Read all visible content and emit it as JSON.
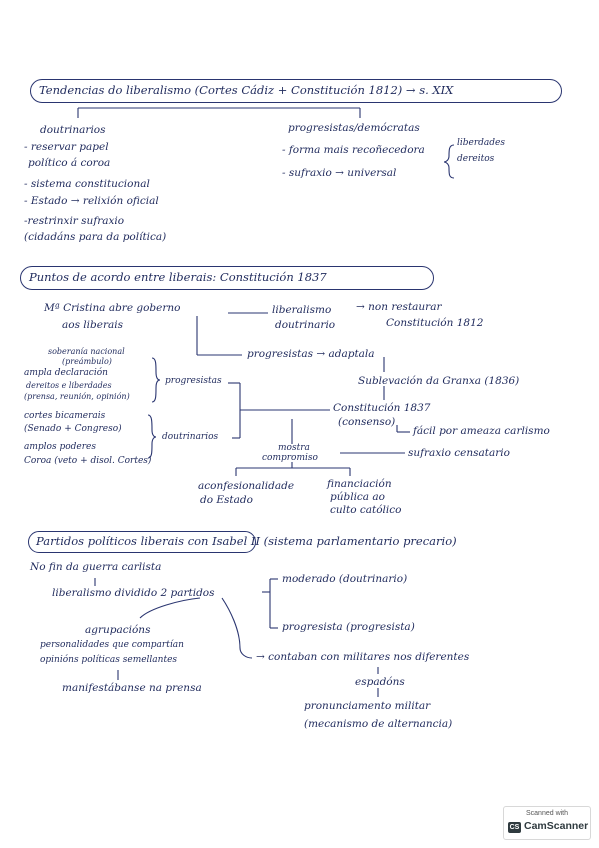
{
  "s1": {
    "title": "Tendencias do liberalismo (Cortes Cádiz + Constitución 1812) → s. XIX",
    "left_head": "doutrinarios",
    "left": [
      "- reservar papel",
      "político á coroa",
      "- sistema constitucional",
      "- Estado → relixión oficial",
      "-restrinxir sufraxio",
      "(cidadáns para da política)"
    ],
    "right_head": "progresistas/demócratas",
    "right": [
      "- forma mais recoñecedora",
      "- sufraxio → universal"
    ],
    "brace": [
      "liberdades",
      "dereitos"
    ]
  },
  "s2": {
    "title": "Puntos de acordo entre liberais: Constitución 1837",
    "a1": "Mª Cristina abre goberno",
    "a2": "aos liberais",
    "b1": "liberalismo",
    "b2": "doutrinario",
    "c1": "→ non restaurar",
    "c2": "Constitución 1812",
    "d1": "progresistas → adaptala",
    "e1": "Sublevación da Granxa (1836)",
    "f1": "Constitución 1837",
    "f2": "(consenso)",
    "g1": "fácil por ameaza carlismo",
    "prog_items": [
      "soberanía nacional",
      "(preámbulo)",
      "ampla declaración",
      "dereitos e liberdades",
      "(prensa, reunión, opinión)"
    ],
    "prog_label": "progresistas",
    "dout_items": [
      "cortes bicamerais",
      "(Senado + Congreso)",
      "amplos poderes",
      "Coroa (veto + disol. Cortes)"
    ],
    "dout_label": "doutrinarios",
    "mostra1": "mostra",
    "mostra2": "compromiso",
    "h1": "sufraxio censatario",
    "i1": "aconfesionalidade",
    "i2": "do Estado",
    "j1": "financiación",
    "j2": "pública ao",
    "j3": "culto católico"
  },
  "s3": {
    "title": "Partidos políticos liberais con Isabel II (sistema parlamentario precario)",
    "a1": "No fin da guerra carlista",
    "a2": "liberalismo dividido 2 partidos",
    "b1": "moderado (doutrinario)",
    "b2": "progresista (progresista)",
    "c1": "agrupacións",
    "c2": "personalidades que compartían",
    "c3": "opinións políticas semellantes",
    "c4": "manifestábanse na prensa",
    "d1": "→ contaban con militares nos diferentes",
    "d2": "espadóns",
    "d3": "pronunciamento militar",
    "d4": "(mecanismo de alternancia)"
  },
  "scan": {
    "line1": "Scanned with",
    "brand": "CamScanner",
    "logo": "CS"
  }
}
